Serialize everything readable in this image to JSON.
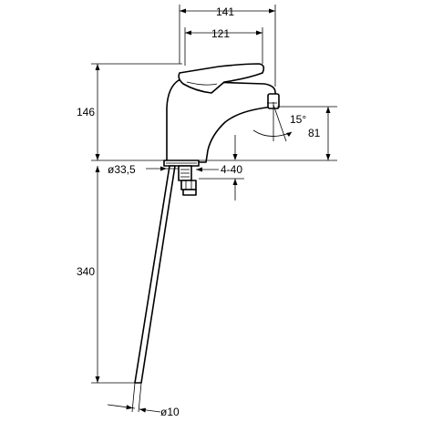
{
  "dimensions": {
    "overall_depth": "141",
    "spout_reach": "121",
    "height": "146",
    "spout_clearance": "81",
    "swivel_angle": "15°",
    "base_diameter": "ø33,5",
    "deck_thickness": "4-40",
    "hose_length": "340",
    "hose_diameter": "ø10"
  }
}
